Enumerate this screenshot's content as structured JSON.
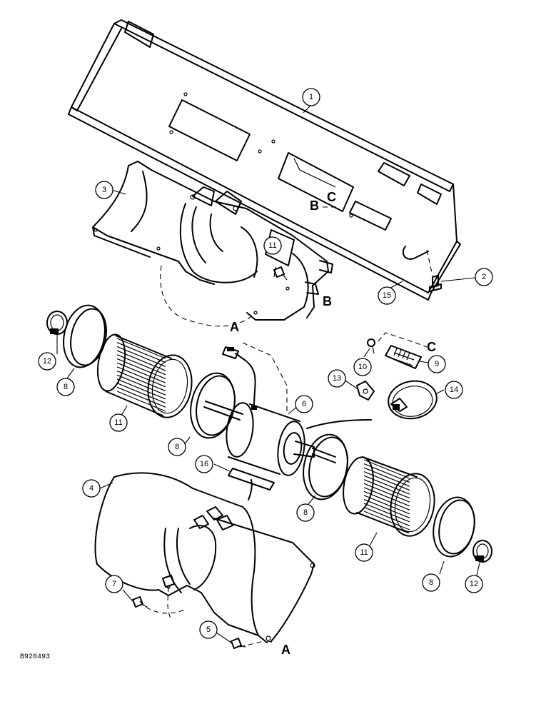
{
  "figure_id": "B920493",
  "callouts": {
    "c1": "1",
    "c2": "2",
    "c3": "3",
    "c4": "4",
    "c5": "5",
    "c6": "6",
    "c7": "7",
    "c8a": "8",
    "c8b": "8",
    "c8c": "8",
    "c8d": "8",
    "c9": "9",
    "c10": "10",
    "c11a": "11",
    "c11b": "11",
    "c11c": "11",
    "c12a": "12",
    "c12b": "12",
    "c13": "13",
    "c14": "14",
    "c15": "15",
    "c16": "16"
  },
  "refs": {
    "a_top": "A",
    "a_bottom": "A",
    "b_left": "B",
    "b_right": "B",
    "c_left": "C",
    "c_right": "C"
  }
}
